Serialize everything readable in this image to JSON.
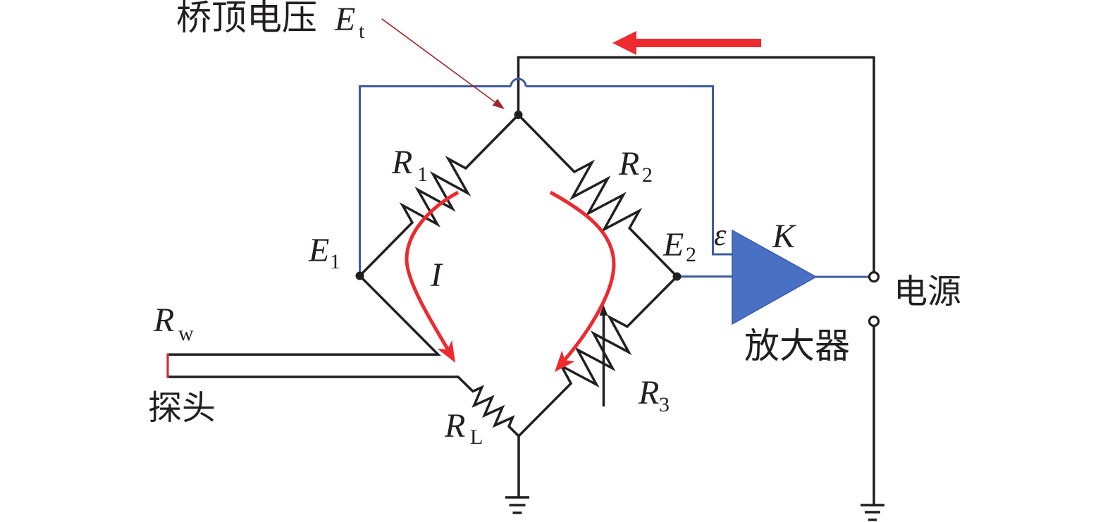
{
  "annotation": {
    "bridge_top_voltage": {
      "label": "桥顶电压",
      "symbol": "E",
      "subscript": "t"
    }
  },
  "bridge": {
    "R1": {
      "symbol": "R",
      "subscript": "1"
    },
    "R2": {
      "symbol": "R",
      "subscript": "2"
    },
    "R3": {
      "symbol": "R",
      "subscript": "3",
      "variable": true
    },
    "RL": {
      "symbol": "R",
      "subscript": "L"
    },
    "E1": {
      "symbol": "E",
      "subscript": "1"
    },
    "E2": {
      "symbol": "E",
      "subscript": "2"
    },
    "current_label": "I"
  },
  "probe": {
    "label": "探头",
    "wire_resistance": {
      "symbol": "R",
      "subscript": "w"
    }
  },
  "amplifier": {
    "label": "放大器",
    "gain_symbol": "K",
    "error_symbol": "ε"
  },
  "power_supply": {
    "label": "电源"
  },
  "symbols": {
    "ground": "ground-icon",
    "amplifier": "triangle-amplifier-icon",
    "terminal": "open-circle-terminal-icon",
    "junction": "filled-dot-junction-icon",
    "resistor": "zigzag-resistor-icon",
    "flow_direction": "arrow-left-icon"
  },
  "colors": {
    "wire_black": "#231F20",
    "wire_blue": "#3E5B9D",
    "current_red": "#EC2A2F",
    "annotation_red": "#A1272B",
    "amplifier_fill": "#4A70C4",
    "probe_tip_red": "#D3303A",
    "background": "#FFFFFF"
  }
}
